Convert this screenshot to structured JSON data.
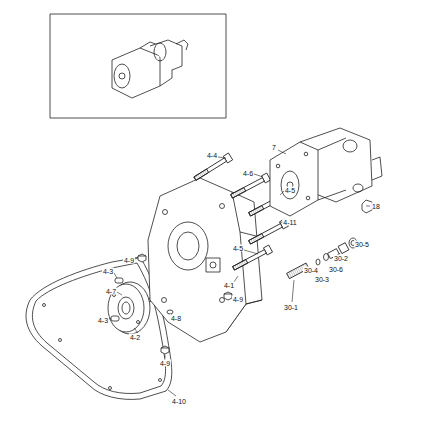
{
  "diagram": {
    "labels": [
      "4-4",
      "7",
      "4-6",
      "4-5",
      "18",
      "4-11",
      "30-5",
      "4-5",
      "30-2",
      "4-9",
      "30-6",
      "4-3",
      "30-4",
      "30-3",
      "4-1",
      "4-7",
      "4-9",
      "30-1",
      "4-8",
      "4-3",
      "4-2",
      "4-9",
      "4-10"
    ]
  }
}
